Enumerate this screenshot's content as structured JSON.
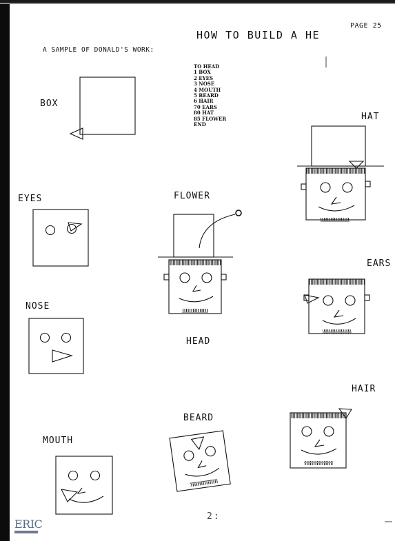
{
  "header": {
    "page_number": "PAGE 25",
    "title": "HOW TO BUILD A HE",
    "sample_caption": "A SAMPLE OF DONALD'S WORK:"
  },
  "program": {
    "lines": [
      "TO HEAD",
      "1 BOX",
      "2 EYES",
      "3 NOSE",
      "4 MOUTH",
      "5 BEARD",
      "6 HAIR",
      "70 EARS",
      "80 HAT",
      "85 FLOWER",
      "END"
    ]
  },
  "labels": {
    "box": "BOX",
    "hat": "HAT",
    "eyes": "EYES",
    "flower": "FLOWER",
    "ears": "EARS",
    "nose": "NOSE",
    "head": "HEAD",
    "hair": "HAIR",
    "beard": "BEARD",
    "mouth": "MOUTH"
  },
  "footer": {
    "page_mark": "2:",
    "logo_text": "ERIC"
  }
}
